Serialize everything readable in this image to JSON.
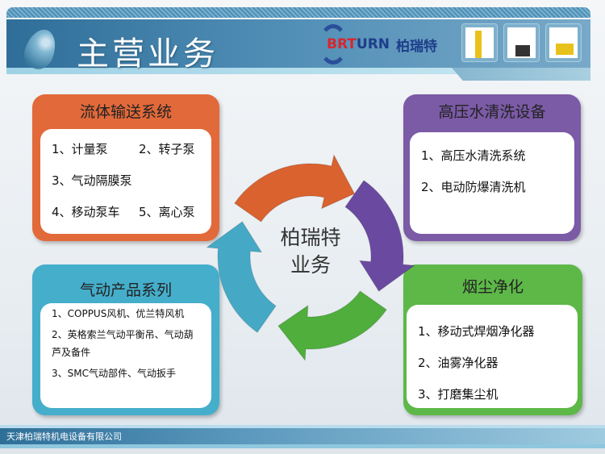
{
  "header": {
    "title": "主营业务",
    "logo_en_red": "ΒRT",
    "logo_en_blue": "URN",
    "logo_cn": "柏瑞特"
  },
  "center": {
    "line1": "柏瑞特",
    "line2": "业务"
  },
  "boxes": {
    "fluid": {
      "title": "流体输送系统",
      "color": "#e2693a",
      "rows": [
        "1、计量泵",
        "2、转子泵",
        "3、气动隔膜泵",
        "4、移动泵车",
        "5、离心泵"
      ]
    },
    "water": {
      "title": "高压水清洗设备",
      "color": "#7b5aa6",
      "rows": [
        "1、高压水清洗系统",
        "2、电动防爆清洗机"
      ]
    },
    "pneumatic": {
      "title": "气动产品系列",
      "color": "#45aecb",
      "rows": [
        "1、COPPUS风机、优兰特风机",
        "2、英格索兰气动平衡吊、气动葫芦及备件",
        "3、SMC气动部件、气动扳手"
      ]
    },
    "smoke": {
      "title": "烟尘净化",
      "color": "#5db848",
      "rows": [
        "1、移动式焊烟净化器",
        "2、油雾净化器",
        "3、打磨集尘机"
      ]
    }
  },
  "cycle_colors": [
    "#d9622f",
    "#6a4aa0",
    "#4fae3c",
    "#45a9c6"
  ],
  "footer": {
    "company": "天津柏瑞特机电设备有限公司"
  }
}
